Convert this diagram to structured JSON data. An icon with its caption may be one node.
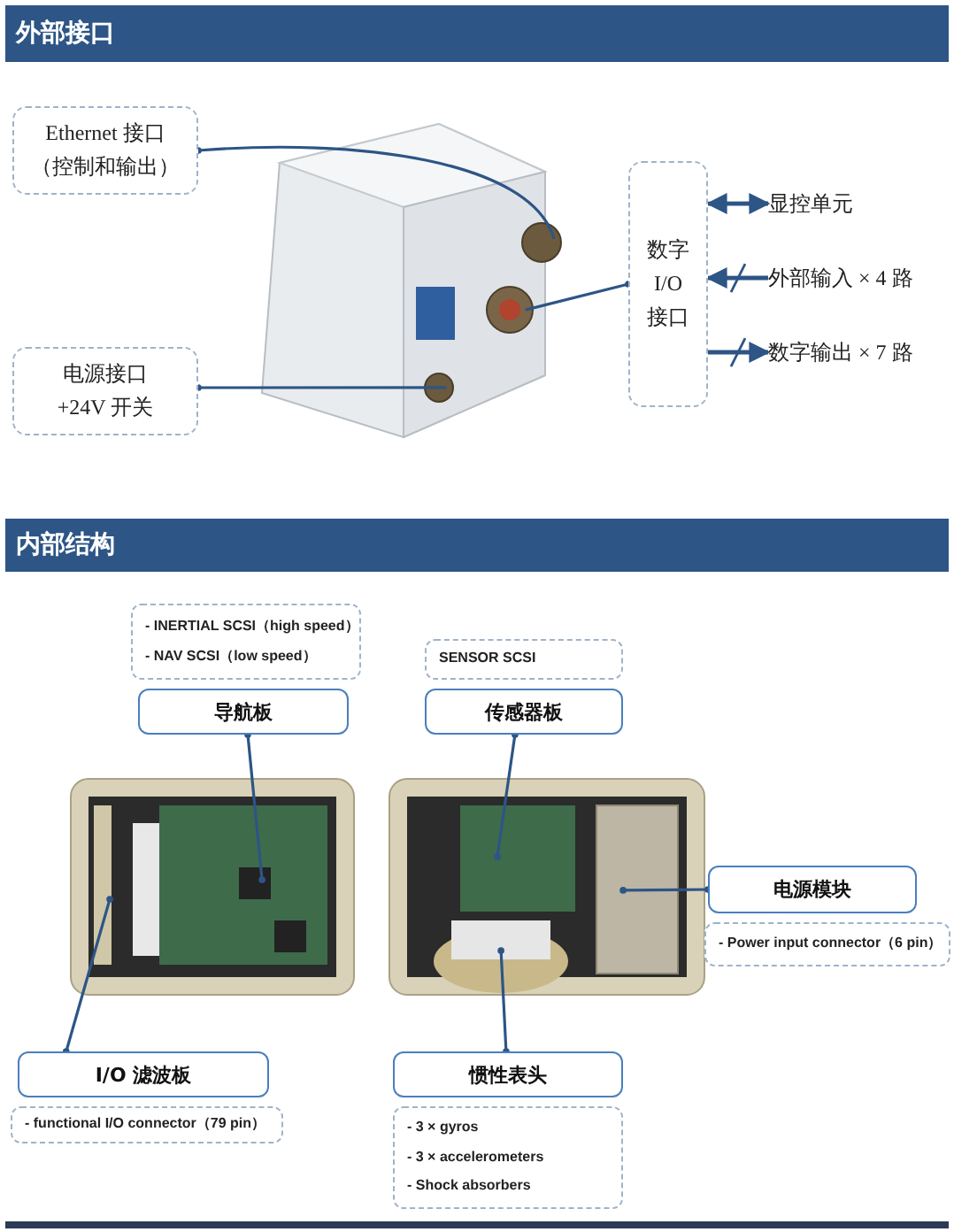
{
  "diagram": {
    "nodes": [
      {
        "text": [
          "外部接口"
        ]
      },
      {
        "text": [
          "Ethernet 接口",
          "（控制和输出）"
        ]
      },
      {
        "text": [],
        "shape": "picture"
      },
      {
        "text": [
          "电源接口",
          "+24V 开关"
        ]
      },
      {
        "text": [
          "数字I/O接口"
        ]
      },
      {
        "text": [
          "显控单元"
        ]
      },
      {
        "text": [
          "外部输入 × 4 路"
        ]
      },
      {
        "text": [
          "数字输出 × 7 路"
        ]
      },
      {
        "text": [
          "内部结构"
        ]
      },
      {
        "text": [
          "- INERTIAL SCSI（high speed）",
          "- NAV SCSI（low speed）"
        ]
      },
      {
        "text": [
          "SENSOR SCSI"
        ]
      },
      {
        "text": [
          "导航板"
        ]
      },
      {
        "text": [
          "传感器板"
        ]
      },
      {
        "text": [],
        "shape": "picture"
      },
      {
        "text": [],
        "shape": "picture"
      },
      {
        "text": [
          "电源模块"
        ]
      },
      {
        "text": [
          "- Power input connector（6 pin）"
        ]
      },
      {
        "text": [
          "I/O  滤波板"
        ]
      },
      {
        "text": [
          "- functional I/O connector（79 pin）"
        ]
      },
      {
        "text": [
          "惯性表头"
        ]
      },
      {
        "text": [
          "- 3 × gyros",
          "- 3 × accelerometers",
          "- Shock absorbers"
        ]
      }
    ],
    "edges": [
      {
        "from": 1,
        "to": 2,
        "arrow": "other"
      },
      {
        "from": 3,
        "to": 2,
        "arrow": "other"
      },
      {
        "from": 4,
        "to": 2,
        "arrow": "other"
      },
      {
        "from": 4,
        "to": 5,
        "arrow": "both"
      },
      {
        "from": 6,
        "to": 4,
        "arrow": "to"
      },
      {
        "from": 4,
        "to": 7,
        "arrow": "to"
      },
      {
        "from": 11,
        "to": 13,
        "arrow": "other"
      },
      {
        "from": 12,
        "to": 14,
        "arrow": "other"
      },
      {
        "from": 15,
        "to": 14,
        "arrow": "other"
      },
      {
        "from": 17,
        "to": 13,
        "arrow": "other"
      },
      {
        "from": 19,
        "to": 14,
        "arrow": "other"
      }
    ]
  }
}
